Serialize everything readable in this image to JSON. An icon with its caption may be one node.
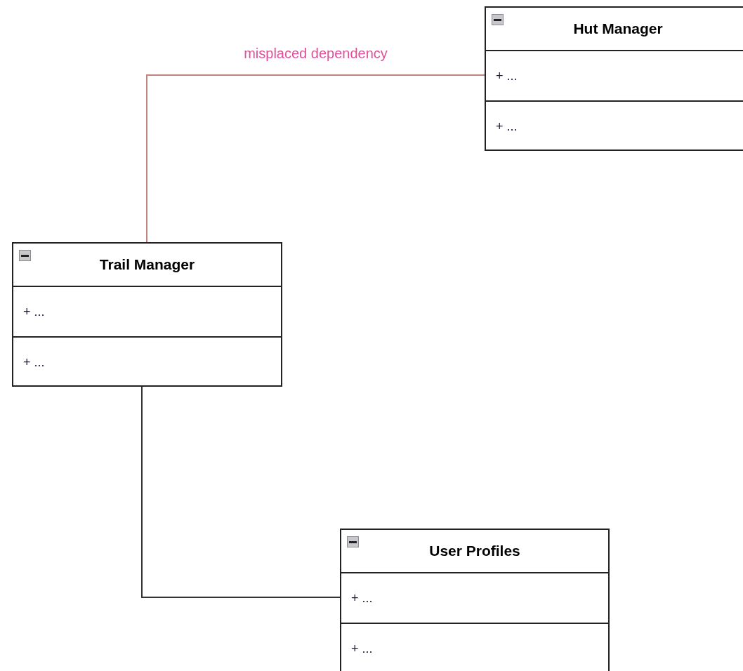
{
  "diagram": {
    "nodes": [
      {
        "text": [
          "Hut Manager"
        ]
      },
      {
        "text": [
          "+ ..."
        ],
        "in": 0
      },
      {
        "text": [
          "+ ..."
        ],
        "in": 0
      },
      {
        "text": [
          "Trail Manager"
        ]
      },
      {
        "text": [
          "+ ..."
        ],
        "in": 3
      },
      {
        "text": [
          "+ ..."
        ],
        "in": 3
      },
      {
        "text": [
          "User Profiles"
        ]
      },
      {
        "text": [
          "+ ..."
        ],
        "in": 6
      },
      {
        "text": [
          "+ ..."
        ],
        "in": 6
      }
    ],
    "edges": [
      {
        "from": 3,
        "to": 1,
        "arrow": "none",
        "label": "misplaced dependency",
        "color": "#c0837f"
      },
      {
        "from": 3,
        "to": 7,
        "arrow": "none",
        "color": "#333333"
      }
    ]
  }
}
